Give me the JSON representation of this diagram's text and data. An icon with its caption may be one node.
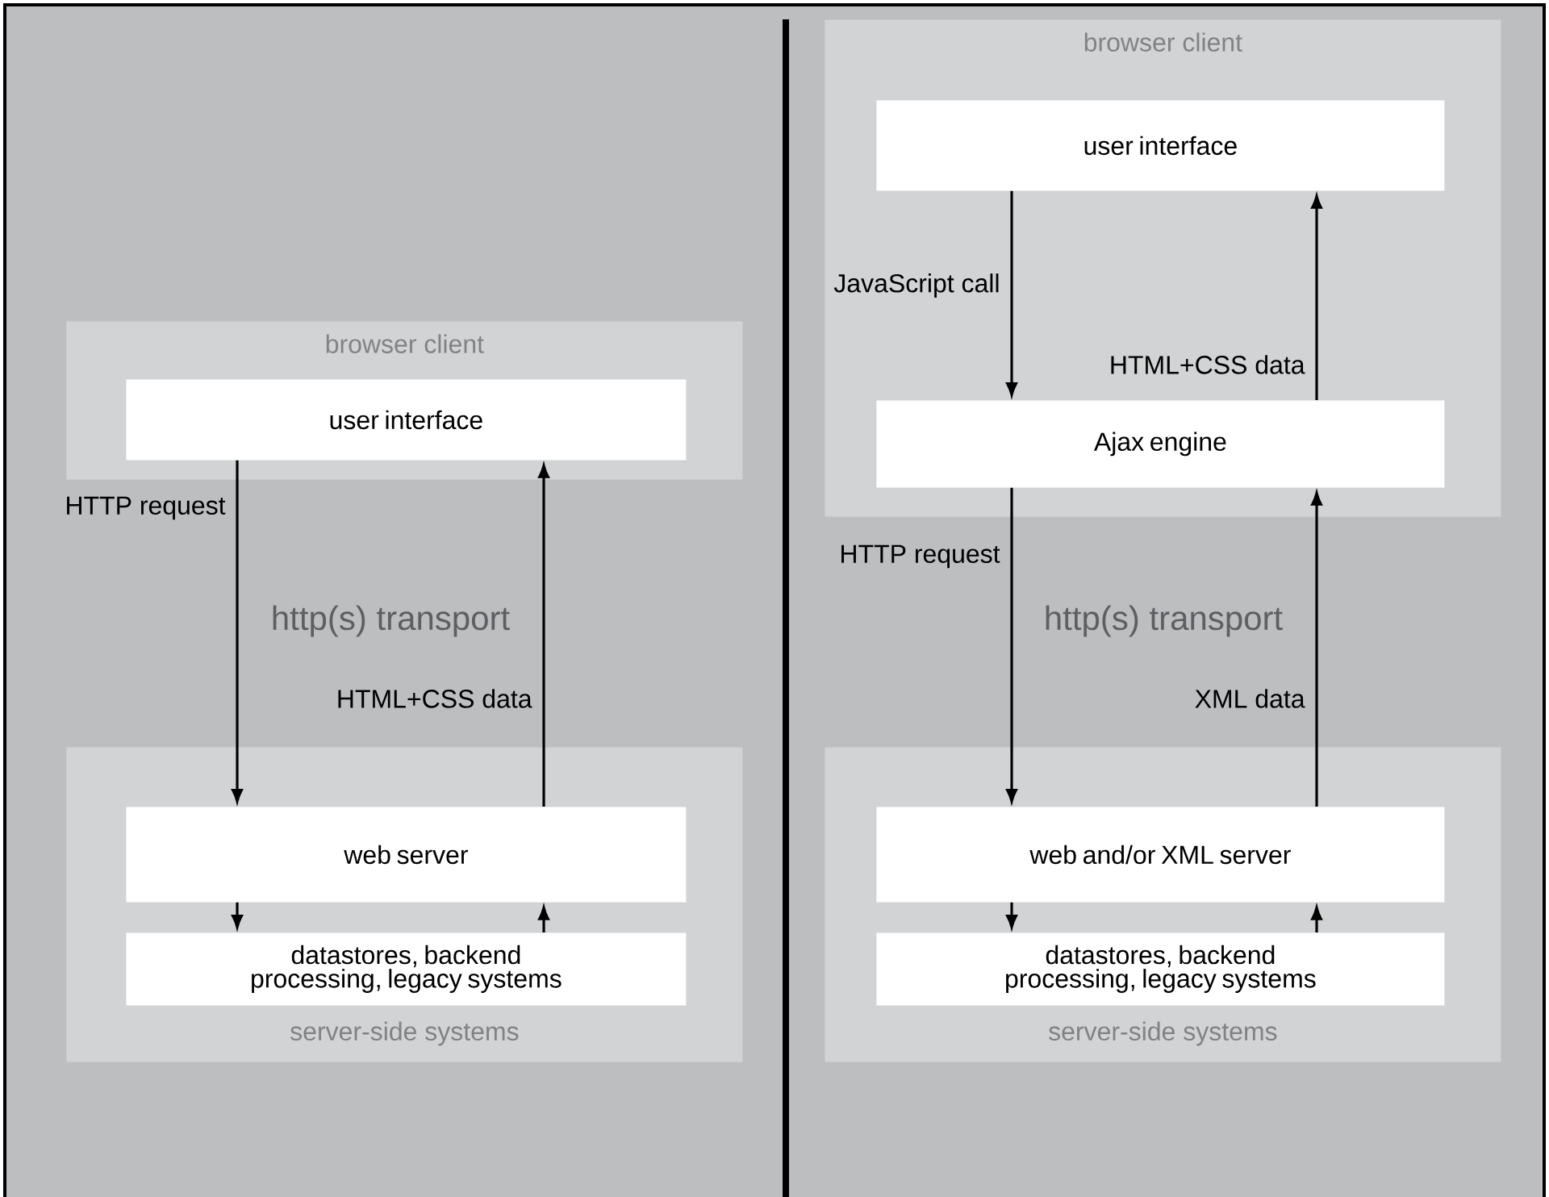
{
  "diagram": {
    "nodes": [
      {
        "text": [
          "browser client"
        ]
      },
      {
        "text": [
          "user interface"
        ],
        "in": 0
      },
      {
        "text": [
          "browser client"
        ]
      },
      {
        "text": [
          "user interface"
        ],
        "in": 2
      },
      {
        "text": [
          "Ajax engine"
        ],
        "in": 2
      },
      {
        "text": [
          "server-side systems"
        ]
      },
      {
        "text": [
          "web server"
        ],
        "in": 5
      },
      {
        "text": [
          "datastores, backend processing, legacy systems"
        ],
        "in": 5
      },
      {
        "text": [
          "server-side systems"
        ]
      },
      {
        "text": [
          "web and/or XML server"
        ],
        "in": 8
      },
      {
        "text": [
          "datastores, backend processing, legacy systems"
        ],
        "in": 8
      }
    ],
    "edges": [
      {
        "from": 1,
        "to": 6,
        "arrow": "to",
        "label": "HTTP request"
      },
      {
        "from": 6,
        "to": 1,
        "arrow": "to",
        "label": "HTML+CSS data"
      },
      {
        "from": 6,
        "to": 7,
        "arrow": "to"
      },
      {
        "from": 7,
        "to": 6,
        "arrow": "to"
      },
      {
        "from": 3,
        "to": 4,
        "arrow": "to",
        "label": "JavaScript call"
      },
      {
        "from": 4,
        "to": 3,
        "arrow": "to",
        "label": "HTML+CSS data"
      },
      {
        "from": 4,
        "to": 9,
        "arrow": "to",
        "label": "HTTP request"
      },
      {
        "from": 9,
        "to": 4,
        "arrow": "to",
        "label": "XML data"
      },
      {
        "from": 9,
        "to": 10,
        "arrow": "to"
      },
      {
        "from": 10,
        "to": 9,
        "arrow": "to"
      }
    ],
    "labels": [
      "http(s) transport",
      "http(s) transport"
    ]
  }
}
